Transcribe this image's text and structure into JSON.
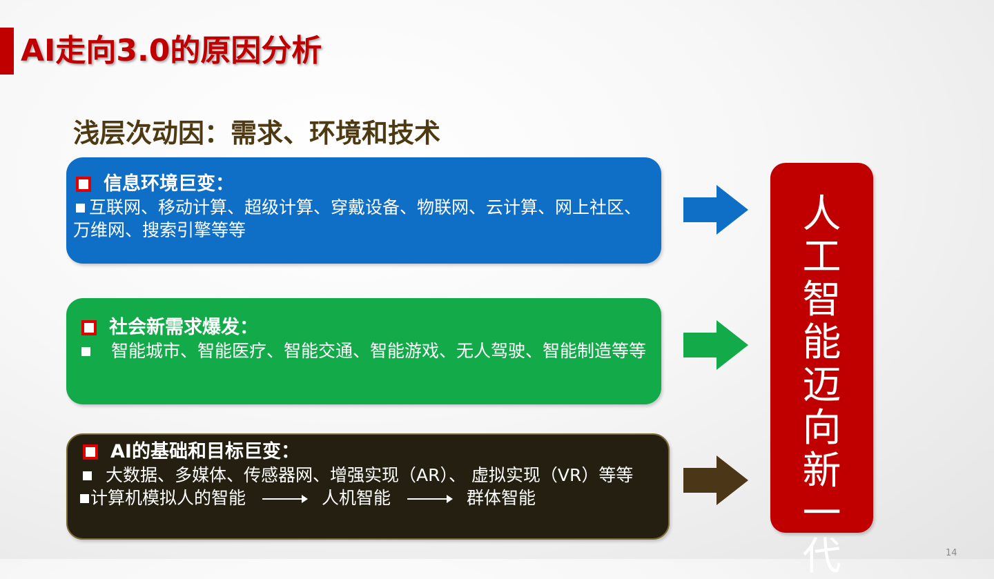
{
  "slide": {
    "title": "AI走向3.0的原因分析",
    "subtitle": "浅层次动因：需求、环境和技术",
    "page_number": "14",
    "colors": {
      "title_red": "#c00000",
      "blue": "#0f6fc6",
      "green": "#13ab4a",
      "dark": "#251f12",
      "arrow_brown": "#4b3617"
    }
  },
  "boxes": [
    {
      "heading": "信息环境巨变：",
      "text": "互联网、移动计算、超级计算、穿戴设备、物联网、云计算、网上社区、万维网、搜索引擎等等"
    },
    {
      "heading": "社会新需求爆发：",
      "text": "智能城市、智能医疗、智能交通、智能游戏、无人驾驶、智能制造等等"
    },
    {
      "heading": "AI的基础和目标巨变：",
      "text": "大数据、多媒体、传感器网、增强实现（AR）、 虚拟实现（VR）等等",
      "chain": [
        "计算机模拟人的智能",
        "人机智能",
        "群体智能"
      ]
    }
  ],
  "result": {
    "text": "人工智能迈向新一代"
  }
}
